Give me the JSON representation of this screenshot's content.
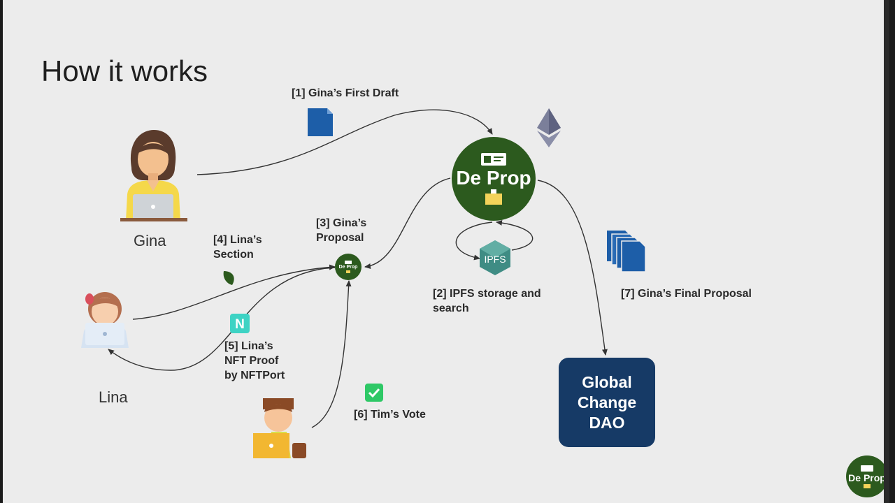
{
  "slide": {
    "title": "How it works"
  },
  "people": {
    "gina": "Gina",
    "lina": "Lina"
  },
  "labels": {
    "step1": "[1] Gina’s First Draft",
    "step2": "[2] IPFS storage and\nsearch",
    "step3": "[3] Gina’s\nProposal",
    "step4": "[4] Lina’s\nSection",
    "step5": "[5] Lina’s\nNFT Proof\nby NFTPort",
    "step6": "[6] Tim’s Vote",
    "step7": "[7] Gina’s Final Proposal"
  },
  "nodes": {
    "deprop_main": "De Prop",
    "deprop_small": "De Prop",
    "deprop_corner": "De Prop",
    "ipfs": "IPFS",
    "nftport": "N",
    "dao": "Global\nChange\nDAO"
  },
  "colors": {
    "deprop_green": "#2c5a1e",
    "dao_blue": "#163a66",
    "doc_blue": "#1d5ea8",
    "ipfs_teal": "#3f8c84"
  },
  "icons": [
    "gina-avatar",
    "lina-avatar",
    "tim-avatar",
    "ethereum-icon",
    "document-icon",
    "stacked-documents-icon",
    "leaf-icon",
    "checkbox-icon",
    "ipfs-icon",
    "nftport-icon"
  ]
}
